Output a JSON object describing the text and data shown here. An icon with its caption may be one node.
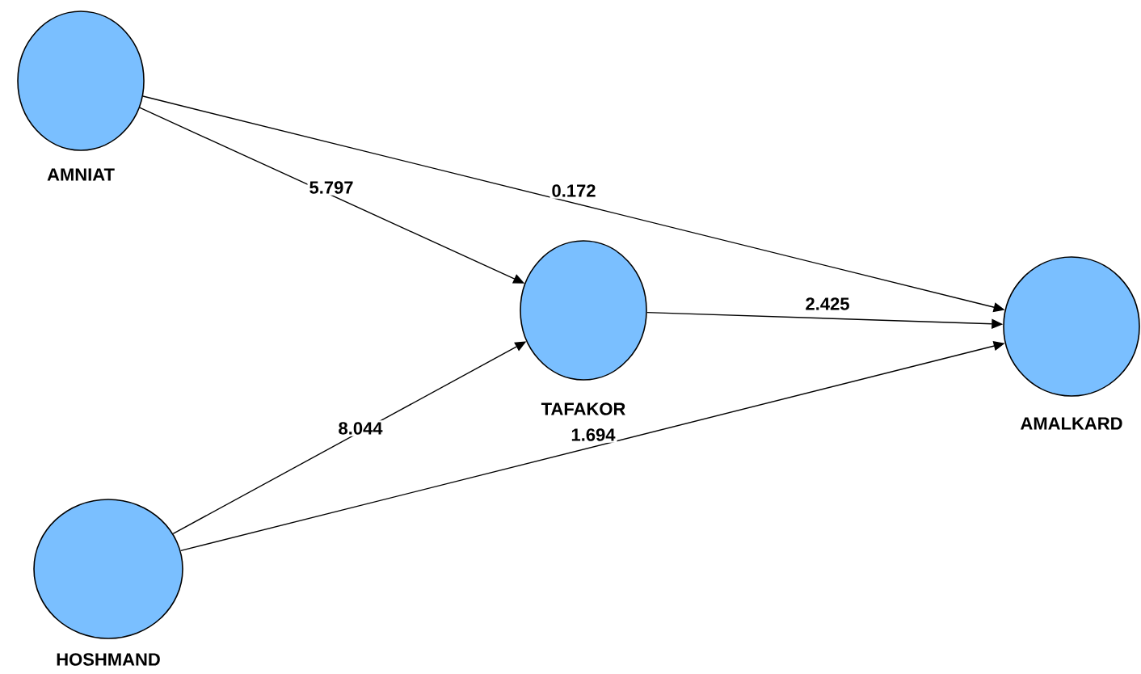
{
  "diagram": {
    "nodes": [
      {
        "text": [
          "AMNIAT"
        ]
      },
      {
        "text": [
          "TAFAKOR"
        ]
      },
      {
        "text": [
          "AMALKARD"
        ]
      },
      {
        "text": [
          "HOSHMAND"
        ]
      }
    ],
    "edges": [
      {
        "from": 0,
        "to": 1,
        "arrow": "to",
        "label": "5.797"
      },
      {
        "from": 0,
        "to": 2,
        "arrow": "to",
        "label": "0.172"
      },
      {
        "from": 1,
        "to": 2,
        "arrow": "to",
        "label": "2.425"
      },
      {
        "from": 3,
        "to": 1,
        "arrow": "to",
        "label": "8.044"
      },
      {
        "from": 3,
        "to": 2,
        "arrow": "to",
        "label": "1.694"
      }
    ]
  }
}
